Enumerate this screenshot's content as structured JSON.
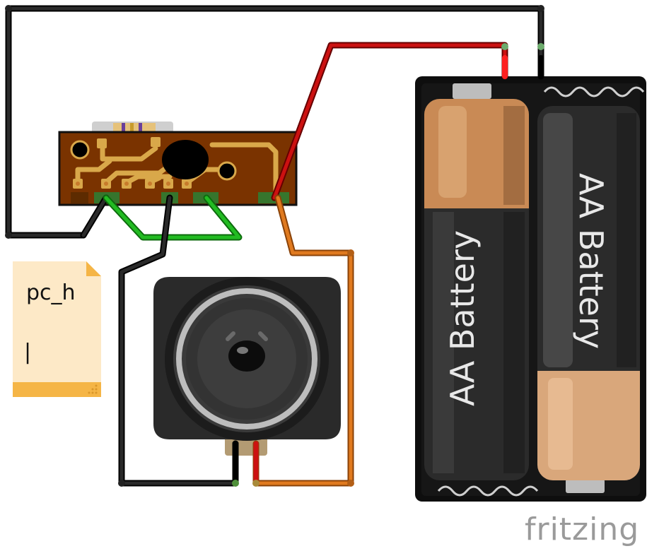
{
  "note": {
    "label": "pc_h",
    "cursor": "|"
  },
  "battery_left": {
    "label": "AA Battery"
  },
  "battery_right": {
    "label": "AA Battery"
  },
  "brand": {
    "label": "fritzing"
  },
  "colors": {
    "wire_black": "#1e1e1e",
    "wire_red": "#cc1111",
    "wire_green": "#22bb22",
    "wire_orange": "#e07a1f",
    "pcb_brown": "#7a3300",
    "pcb_trace": "#d9a84a",
    "note_bg": "#fde9c7",
    "note_band": "#f5b546"
  }
}
